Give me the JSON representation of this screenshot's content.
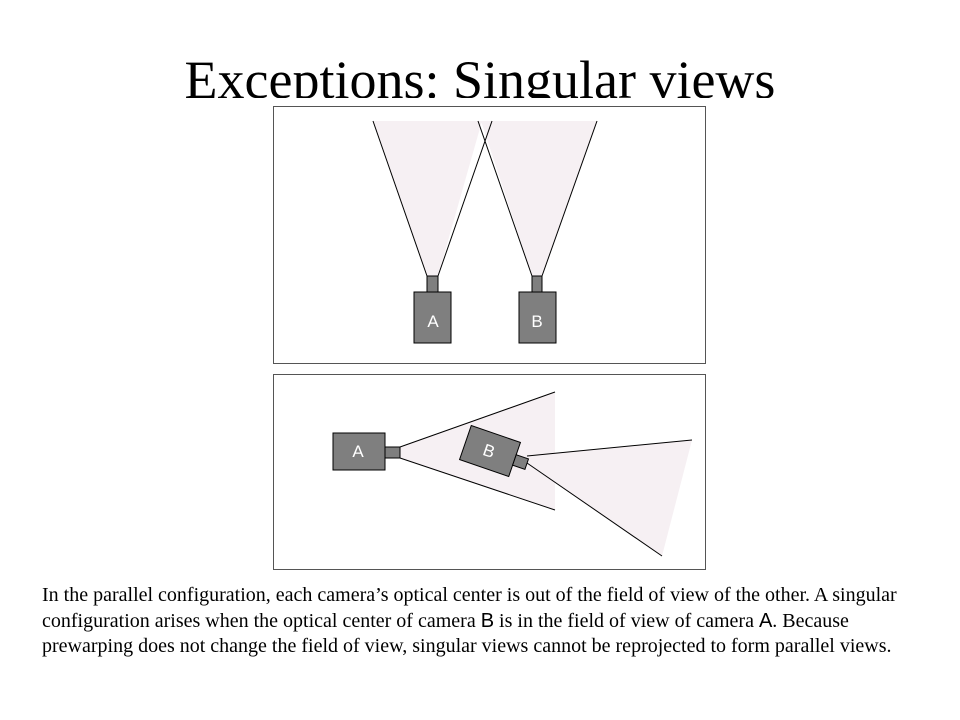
{
  "title": "Exceptions: Singular views",
  "colors": {
    "camera_body": "#7f7f7f",
    "fov_fill": "#f6f0f3",
    "outline": "#000000"
  },
  "top_panel": {
    "camera_a_label": "A",
    "camera_b_label": "B"
  },
  "bottom_panel": {
    "camera_a_label": "A",
    "camera_b_label": "B"
  },
  "caption": {
    "part1": "In the parallel configuration, each camera’s optical center is out of the field of view of the other. A singular configuration arises when the optical center of camera ",
    "cam_b": "B",
    "part2": " is in the field of view of camera ",
    "cam_a": "A",
    "part3": ". Because prewarping does not change the field of view, singular views cannot be reprojected to form parallel views."
  }
}
